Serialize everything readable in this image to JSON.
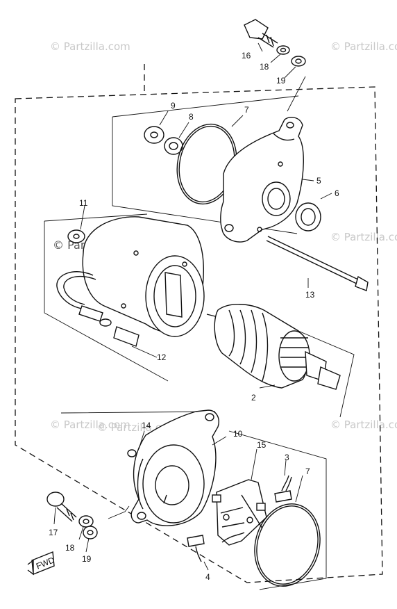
{
  "watermarks": [
    {
      "text": "© Partzilla.com"
    },
    {
      "text": "© Partzilla.com"
    },
    {
      "text": "© Partzilla.com"
    },
    {
      "text": "© Partzilla.com"
    },
    {
      "text": "© Partzilla.com"
    },
    {
      "text": "© Partzilla.com"
    },
    {
      "text": "© Partzilla.com"
    }
  ],
  "callouts": {
    "c16": "16",
    "c18_top": "18",
    "c19_top": "19",
    "c9": "9",
    "c8": "8",
    "c7_top": "7",
    "c5": "5",
    "c6": "6",
    "c11": "11",
    "c13": "13",
    "c12": "12",
    "c2": "2",
    "c14": "14",
    "c10": "10",
    "c15": "15",
    "c3": "3",
    "c7_bottom": "7",
    "c4": "4",
    "c17": "17",
    "c18_bottom": "18",
    "c19_bottom": "19"
  },
  "fwd_badge": "FWD"
}
